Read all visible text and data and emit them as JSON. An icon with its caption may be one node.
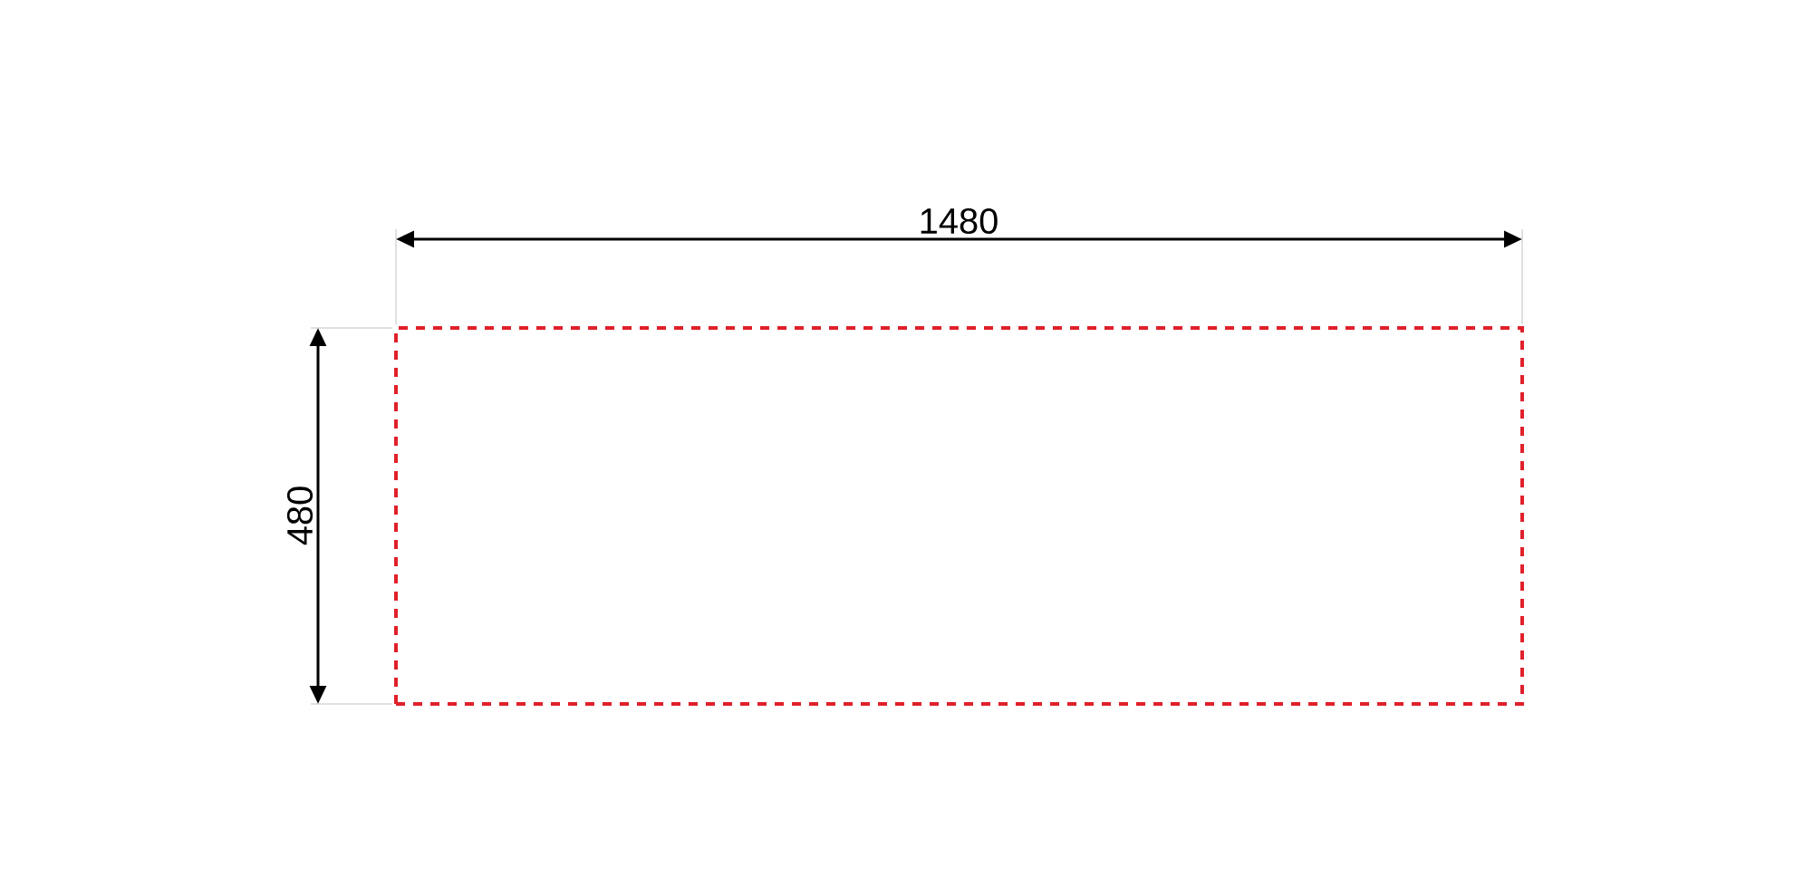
{
  "diagram": {
    "nodes": [
      {
        "text": [],
        "shape": "box"
      }
    ],
    "labels": [
      "1480",
      "480"
    ]
  }
}
